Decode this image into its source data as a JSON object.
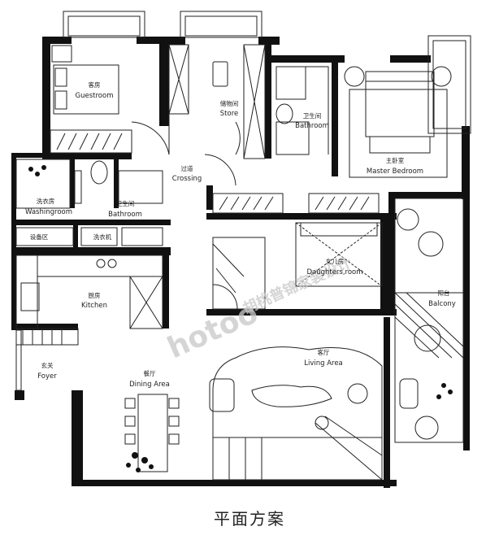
{
  "caption": "平面方案",
  "watermark": {
    "logo": "hotoo",
    "text": "胡桃普锦家装设计"
  },
  "rooms": {
    "guestroom": {
      "cn": "客房",
      "en": "Guestroom"
    },
    "store": {
      "cn": "储物间",
      "en": "Store"
    },
    "bathroom_master": {
      "cn": "卫生间",
      "en": "Bathroom"
    },
    "master_bedroom": {
      "cn": "主卧室",
      "en": "Master Bedroom"
    },
    "crossing": {
      "cn": "过道",
      "en": "Crossing"
    },
    "washingroom": {
      "cn": "洗衣房",
      "en": "Washingroom"
    },
    "bathroom_common": {
      "cn": "卫生间",
      "en": "Bathroom"
    },
    "equipment": {
      "cn": "设备区"
    },
    "washer": {
      "cn": "洗衣机"
    },
    "kitchen": {
      "cn": "厨房",
      "en": "Kitchen"
    },
    "daughters_room": {
      "cn": "女儿房",
      "en": "Daughters,room"
    },
    "balcony": {
      "cn": "阳台",
      "en": "Balcony"
    },
    "foyer": {
      "cn": "玄关",
      "en": "Foyer"
    },
    "dining_area": {
      "cn": "餐厅",
      "en": "Dining Area"
    },
    "living_area": {
      "cn": "客厅",
      "en": "Living Area"
    }
  }
}
